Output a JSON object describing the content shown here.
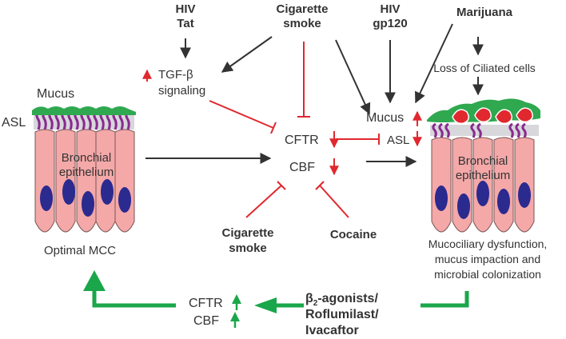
{
  "labels": {
    "hiv_tat_1": "HIV",
    "hiv_tat_2": "Tat",
    "cig_top_1": "Cigarette",
    "cig_top_2": "smoke",
    "hiv_gp_1": "HIV",
    "hiv_gp_2": "gp120",
    "marijuana": "Marijuana",
    "tgf_1": "TGF-β",
    "tgf_2": "signaling",
    "loss_ciliated": "Loss of Ciliated cells",
    "mucus_left": "Mucus",
    "asl_left": "ASL",
    "bronchial_1": "Bronchial",
    "bronchial_2": "epithelium",
    "cftr": "CFTR",
    "cbf": "CBF",
    "mucus_mid": "Mucus",
    "asl_mid": "ASL",
    "bronchial_r1": "Bronchial",
    "bronchial_r2": "epithelium",
    "cig_bottom_1": "Cigarette",
    "cig_bottom_2": "smoke",
    "cocaine": "Cocaine",
    "optimal_mcc": "Optimal MCC",
    "dysfunction_1": "Mucociliary dysfunction,",
    "dysfunction_2": "mucus impaction and",
    "dysfunction_3": "microbial colonization",
    "cftr_bottom": "CFTR",
    "cbf_bottom": "CBF",
    "beta_prefix": "β",
    "beta_sub": "2",
    "beta_suffix": "-agonists/",
    "roflumilast": "Roflumilast/",
    "ivacaftor": "Ivacaftor"
  },
  "colors": {
    "black_arrow": "#333333",
    "red": "#e0282e",
    "green": "#1aa64a",
    "cell_fill": "#f4a8a8",
    "nucleus": "#2b2a8f",
    "cilia": "#8a2a8f",
    "mucus": "#2fa84f",
    "asl": "#d7d7dc"
  }
}
